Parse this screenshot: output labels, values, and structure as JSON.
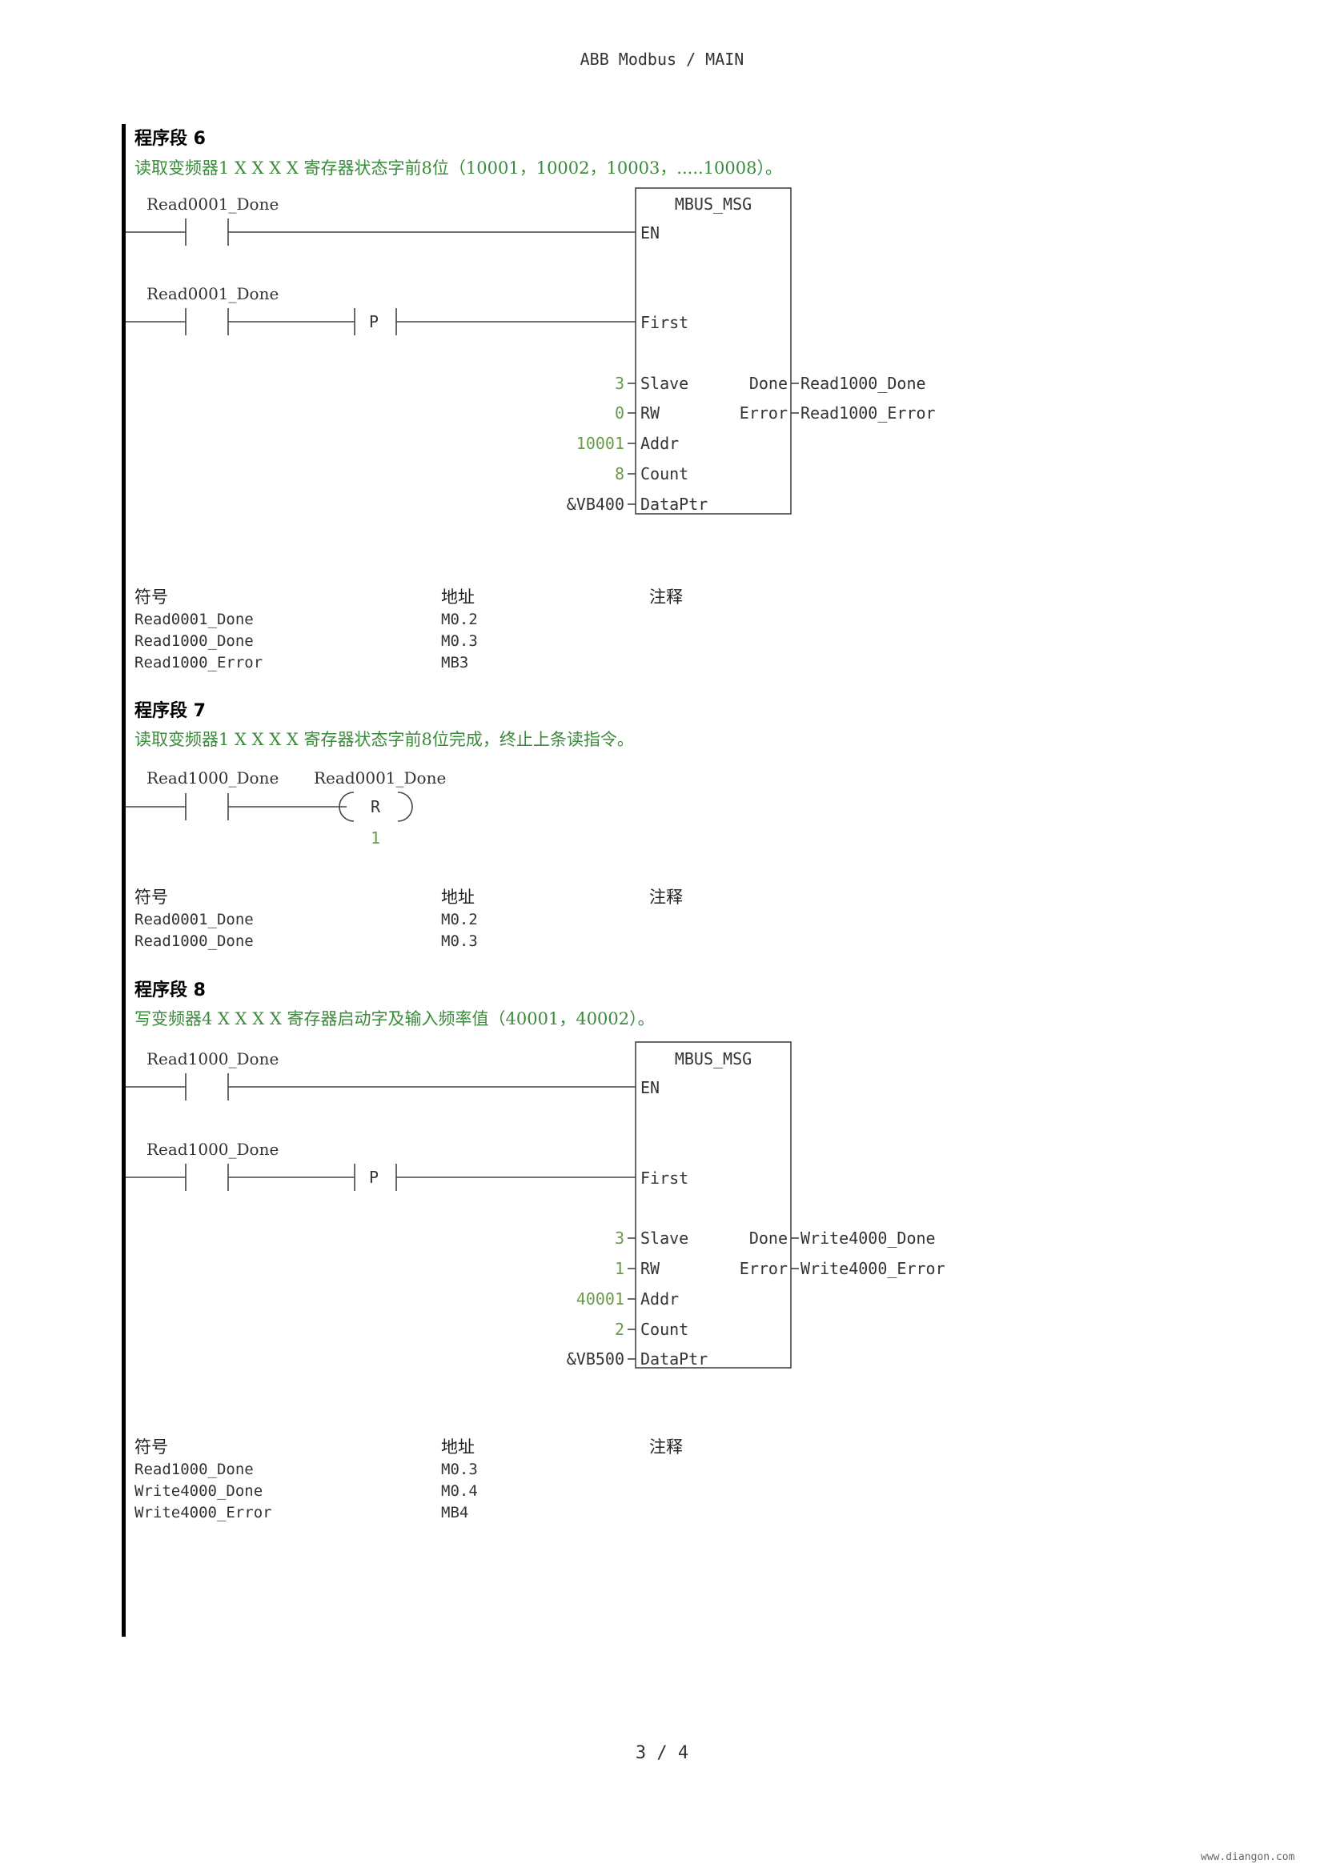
{
  "header": "ABB Modbus  /  MAIN",
  "footer": "3 / 4",
  "watermark": "www.diangon.com",
  "segments": [
    {
      "title": "程序段 6",
      "comment": "读取变频器1 X X X X 寄存器状态字前8位（10001，10002，10003，.....10008）。",
      "rung": {
        "contact1": "Read0001_Done",
        "contact2": "Read0001_Done",
        "edge": "P",
        "block": "MBUS_MSG",
        "pins_in": [
          "EN",
          "First",
          "Slave",
          "RW",
          "Addr",
          "Count",
          "DataPtr"
        ],
        "pins_out": [
          "Done",
          "Error"
        ],
        "inputs": [
          "3",
          "0",
          "10001",
          "8",
          "&VB400"
        ],
        "outputs": [
          "Read1000_Done",
          "Read1000_Error"
        ]
      },
      "symbols": {
        "headers": [
          "符号",
          "地址",
          "注释"
        ],
        "rows": [
          [
            "Read0001_Done",
            "M0.2"
          ],
          [
            "Read1000_Done",
            "M0.3"
          ],
          [
            "Read1000_Error",
            "MB3"
          ]
        ]
      }
    },
    {
      "title": "程序段 7",
      "comment": "读取变频器1 X X X X 寄存器状态字前8位完成，终止上条读指令。",
      "rung": {
        "contact1": "Read1000_Done",
        "coil_operand": "Read0001_Done",
        "coil": "R",
        "coil_count": "1"
      },
      "symbols": {
        "headers": [
          "符号",
          "地址",
          "注释"
        ],
        "rows": [
          [
            "Read0001_Done",
            "M0.2"
          ],
          [
            "Read1000_Done",
            "M0.3"
          ]
        ]
      }
    },
    {
      "title": "程序段 8",
      "comment": "写变频器4 X X X X 寄存器启动字及输入频率值（40001，40002）。",
      "rung": {
        "contact1": "Read1000_Done",
        "contact2": "Read1000_Done",
        "edge": "P",
        "block": "MBUS_MSG",
        "pins_in": [
          "EN",
          "First",
          "Slave",
          "RW",
          "Addr",
          "Count",
          "DataPtr"
        ],
        "pins_out": [
          "Done",
          "Error"
        ],
        "inputs": [
          "3",
          "1",
          "40001",
          "2",
          "&VB500"
        ],
        "outputs": [
          "Write4000_Done",
          "Write4000_Error"
        ]
      },
      "symbols": {
        "headers": [
          "符号",
          "地址",
          "注释"
        ],
        "rows": [
          [
            "Read1000_Done",
            "M0.3"
          ],
          [
            "Write4000_Done",
            "M0.4"
          ],
          [
            "Write4000_Error",
            "MB4"
          ]
        ]
      }
    }
  ]
}
